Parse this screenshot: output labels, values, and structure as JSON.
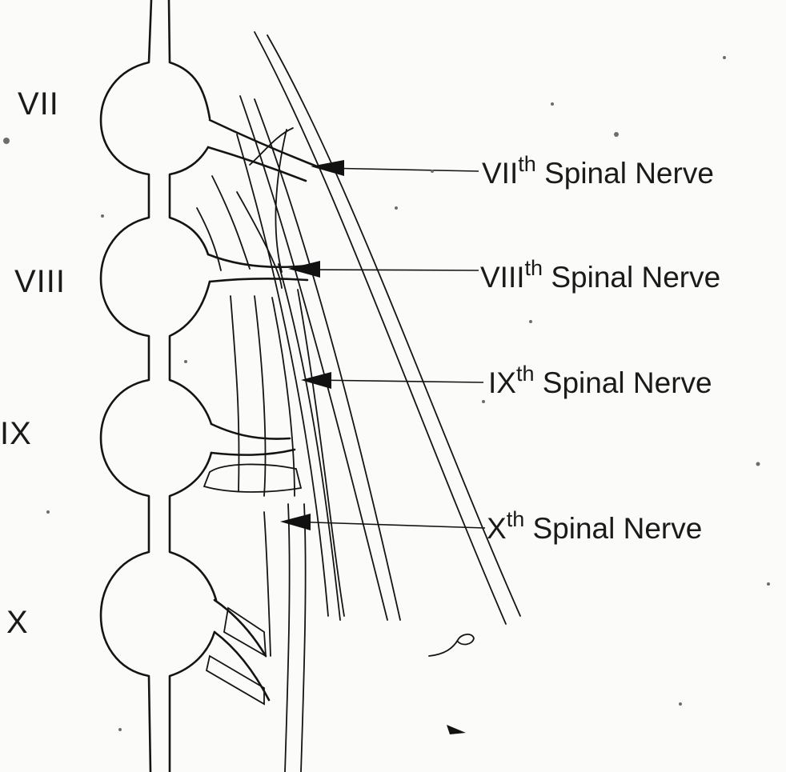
{
  "segments": {
    "vii": "VII",
    "viii": "VIII",
    "ix": "IX",
    "x": "X"
  },
  "nerves": [
    {
      "numeral": "VII",
      "suffix": "th",
      "text": "Spinal Nerve"
    },
    {
      "numeral": "VIII",
      "suffix": "th",
      "text": "Spinal Nerve"
    },
    {
      "numeral": "IX",
      "suffix": "th",
      "text": "Spinal Nerve"
    },
    {
      "numeral": "X",
      "suffix": "th",
      "text": "Spinal Nerve"
    }
  ],
  "colors": {
    "ink": "#141414",
    "paper": "#fbfbfa"
  }
}
